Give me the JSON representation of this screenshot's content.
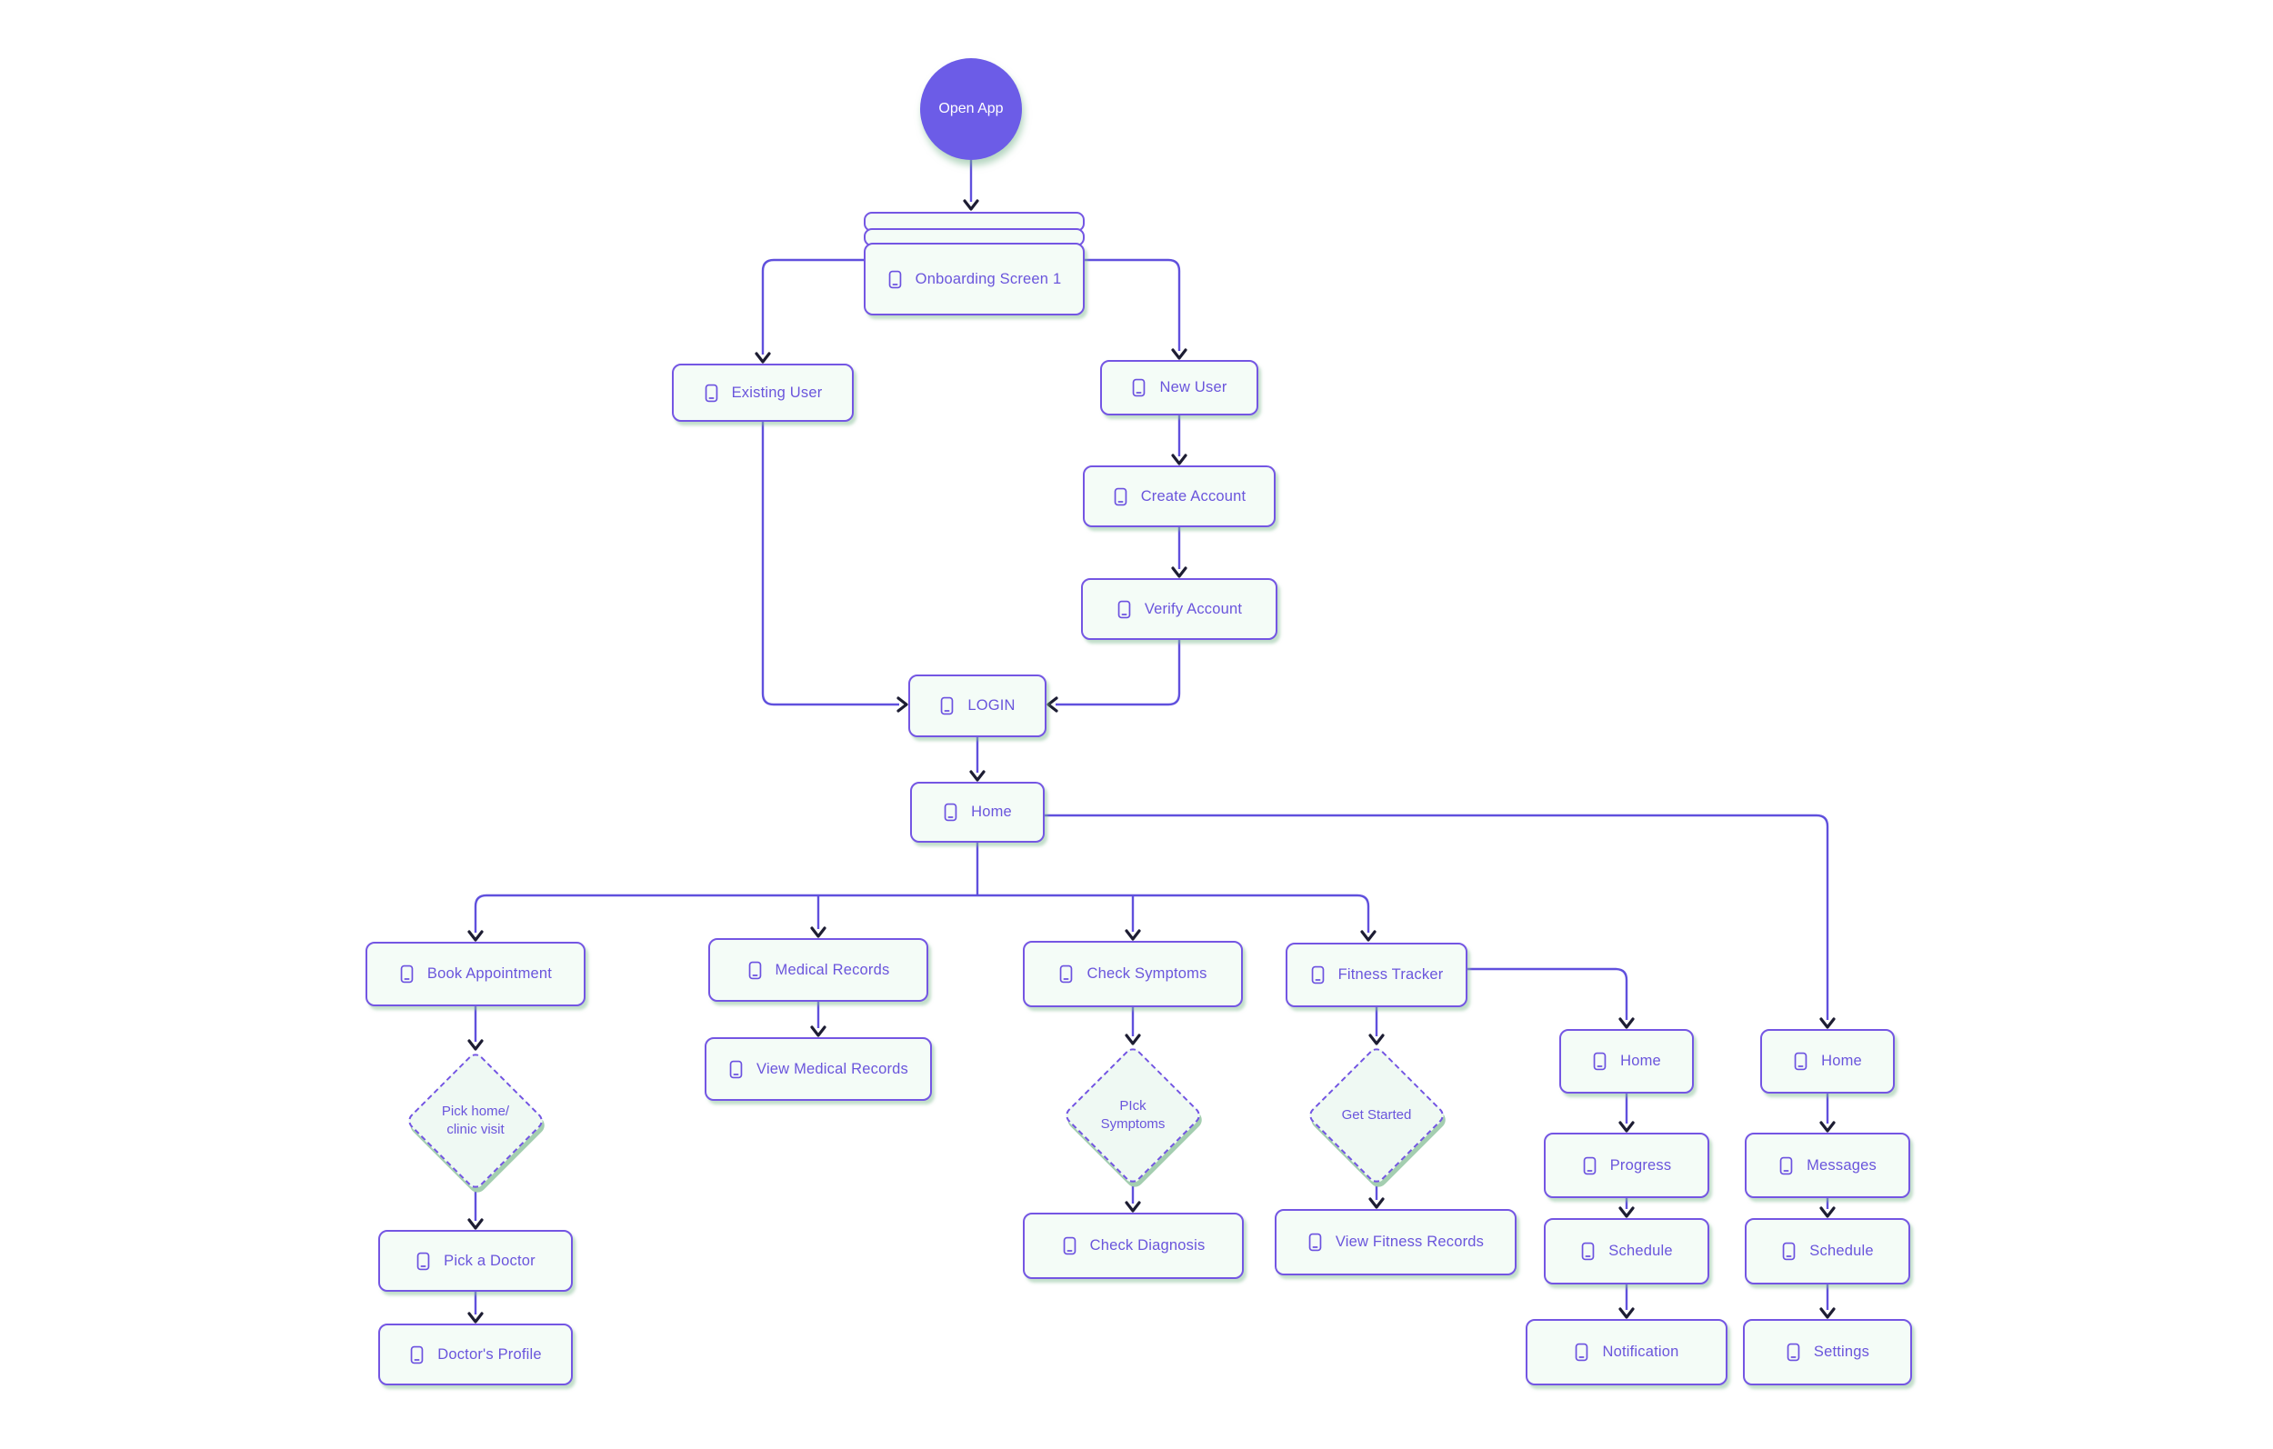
{
  "diagram_type": "app-user-flow-flowchart",
  "colors": {
    "accent": "#6c5ce7",
    "node_fill": "#f4fcf7",
    "node_border": "#7456e3",
    "edge_line": "#6050dd",
    "arrowhead": "#1d1d33",
    "shadow_green": "#86be96",
    "label_text": "#6a55dc",
    "background": "#ffffff"
  },
  "icons": {
    "node_icon": "phone-icon"
  },
  "nodes": {
    "open_app": {
      "label": "Open App"
    },
    "onboarding": {
      "label": "Onboarding Screen 1"
    },
    "existing_user": {
      "label": "Existing User"
    },
    "new_user": {
      "label": "New User"
    },
    "create_account": {
      "label": "Create Account"
    },
    "verify_account": {
      "label": "Verify Account"
    },
    "login": {
      "label": "LOGIN"
    },
    "home": {
      "label": "Home"
    },
    "book_appointment": {
      "label": "Book Appointment"
    },
    "medical_records": {
      "label": "Medical Records"
    },
    "view_medical_records": {
      "label": "View Medical Records"
    },
    "check_symptoms": {
      "label": "Check Symptoms"
    },
    "fitness_tracker": {
      "label": "Fitness Tracker"
    },
    "pick_visit": {
      "label": "Pick home/\nclinic visit"
    },
    "pick_symptoms": {
      "label": "PIck\nSymptoms"
    },
    "get_started": {
      "label": "Get Started"
    },
    "pick_a_doctor": {
      "label": "Pick a Doctor"
    },
    "doctors_profile": {
      "label": "Doctor's Profile"
    },
    "check_diagnosis": {
      "label": "Check Diagnosis"
    },
    "view_fitness_records": {
      "label": "View Fitness Records"
    },
    "home_fitness": {
      "label": "Home"
    },
    "progress": {
      "label": "Progress"
    },
    "schedule_fitness": {
      "label": "Schedule"
    },
    "notification": {
      "label": "Notification"
    },
    "home_right": {
      "label": "Home"
    },
    "messages": {
      "label": "Messages"
    },
    "schedule_right": {
      "label": "Schedule"
    },
    "settings": {
      "label": "Settings"
    }
  }
}
